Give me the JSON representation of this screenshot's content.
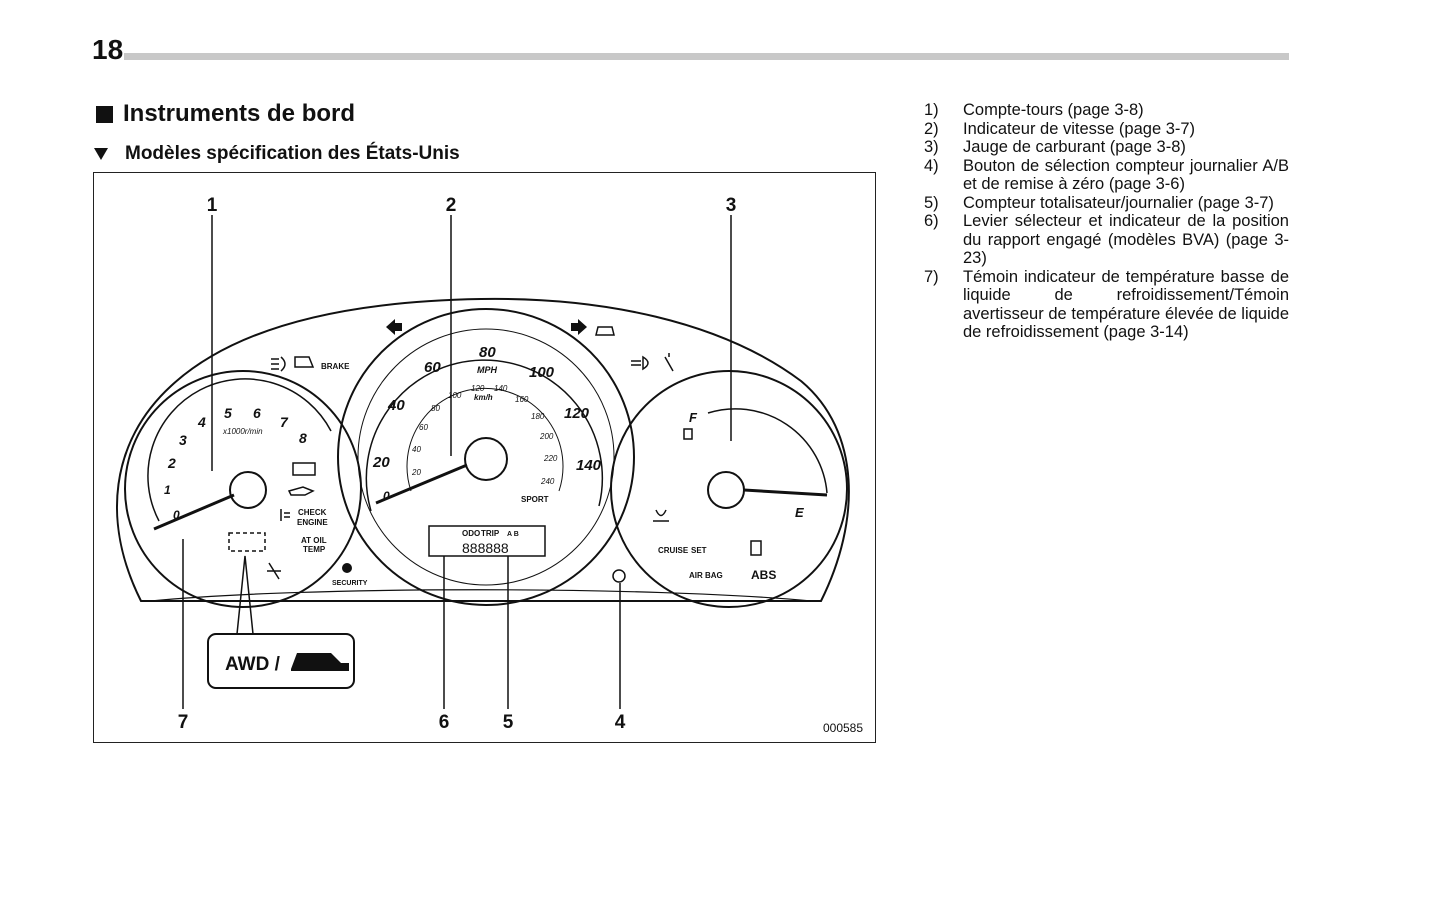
{
  "page": {
    "number": "18",
    "section_title": "Instruments de bord",
    "subsection_title": "Modèles spécification des États-Unis"
  },
  "figure": {
    "callouts": [
      "1",
      "2",
      "3",
      "4",
      "5",
      "6",
      "7"
    ],
    "figure_id": "000585",
    "tachometer": {
      "ticks": [
        "0",
        "1",
        "2",
        "3",
        "4",
        "5",
        "6",
        "7",
        "8"
      ],
      "unit_label": "x1000r/min"
    },
    "speedometer": {
      "mph_ticks": [
        "0",
        "20",
        "40",
        "60",
        "80",
        "100",
        "120",
        "140"
      ],
      "mph_label": "MPH",
      "kmh_ticks": [
        "20",
        "40",
        "60",
        "80",
        "100",
        "120",
        "140",
        "160",
        "180",
        "200",
        "220",
        "240"
      ],
      "kmh_label": "km/h",
      "sport_label": "SPORT"
    },
    "fuel_gauge": {
      "full_label": "F",
      "empty_label": "E"
    },
    "indicators": {
      "brake": "BRAKE",
      "check_engine_line1": "CHECK",
      "check_engine_line2": "ENGINE",
      "at_oil_line1": "AT OIL",
      "at_oil_line2": "TEMP",
      "security": "SECURITY",
      "cruise": "CRUISE",
      "set": "SET",
      "airbag": "AIR BAG",
      "abs": "ABS"
    },
    "lcd": {
      "label_odo": "ODO",
      "label_trip": "TRIP",
      "label_ab": "A B",
      "digits": "888888"
    },
    "awd_box_label": "AWD /"
  },
  "legend": [
    {
      "num": "1)",
      "text": "Compte-tours (page 3-8)"
    },
    {
      "num": "2)",
      "text": "Indicateur de vitesse (page 3-7)"
    },
    {
      "num": "3)",
      "text": "Jauge de carburant (page 3-8)"
    },
    {
      "num": "4)",
      "text": "Bouton de sélection compteur journalier A/B et de remise à zéro (page 3-6)"
    },
    {
      "num": "5)",
      "text": "Compteur totalisateur/journalier (page 3-7)"
    },
    {
      "num": "6)",
      "text": "Levier sélecteur et indicateur de la position du rapport engagé (modèles BVA) (page 3-23)"
    },
    {
      "num": "7)",
      "text": "Témoin indicateur de température basse de liquide de refroidissement/Témoin avertisseur de température élevée de liquide de refroidissement (page 3-14)"
    }
  ]
}
